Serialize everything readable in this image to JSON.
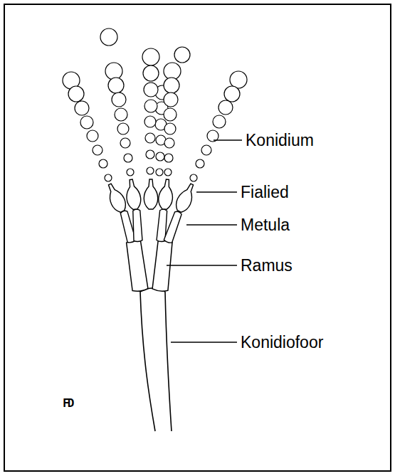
{
  "diagram": {
    "labels": [
      "Konidium",
      "Fialied",
      "Metula",
      "Ramus",
      "Konidiofoor",
      "FD"
    ]
  }
}
